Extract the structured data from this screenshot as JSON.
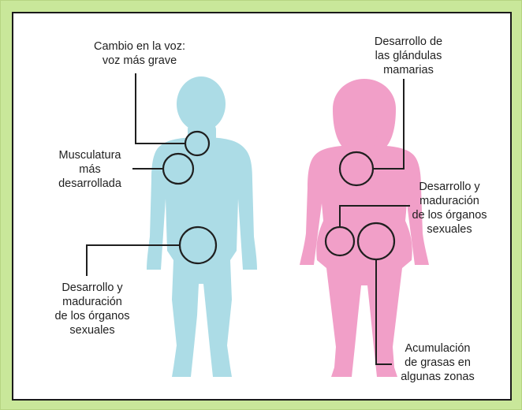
{
  "colors": {
    "background_border": "#c9e79a",
    "male_figure": "#acdce6",
    "female_figure": "#f19fc8",
    "callout_line": "#1f1f1f"
  },
  "labels": {
    "male_voice": "Cambio en la voz:\nvoz más grave",
    "male_muscle": "Musculatura\nmás\ndesarrollada",
    "male_organs": "Desarrollo y\nmaduración\nde los órganos\nsexuales",
    "female_breasts": "Desarrollo de\nlas glándulas\nmamarias",
    "female_organs": "Desarrollo y\nmaduración\nde los órganos\nsexuales",
    "female_fat": "Acumulación\nde grasas en\nalgunas zonas"
  }
}
